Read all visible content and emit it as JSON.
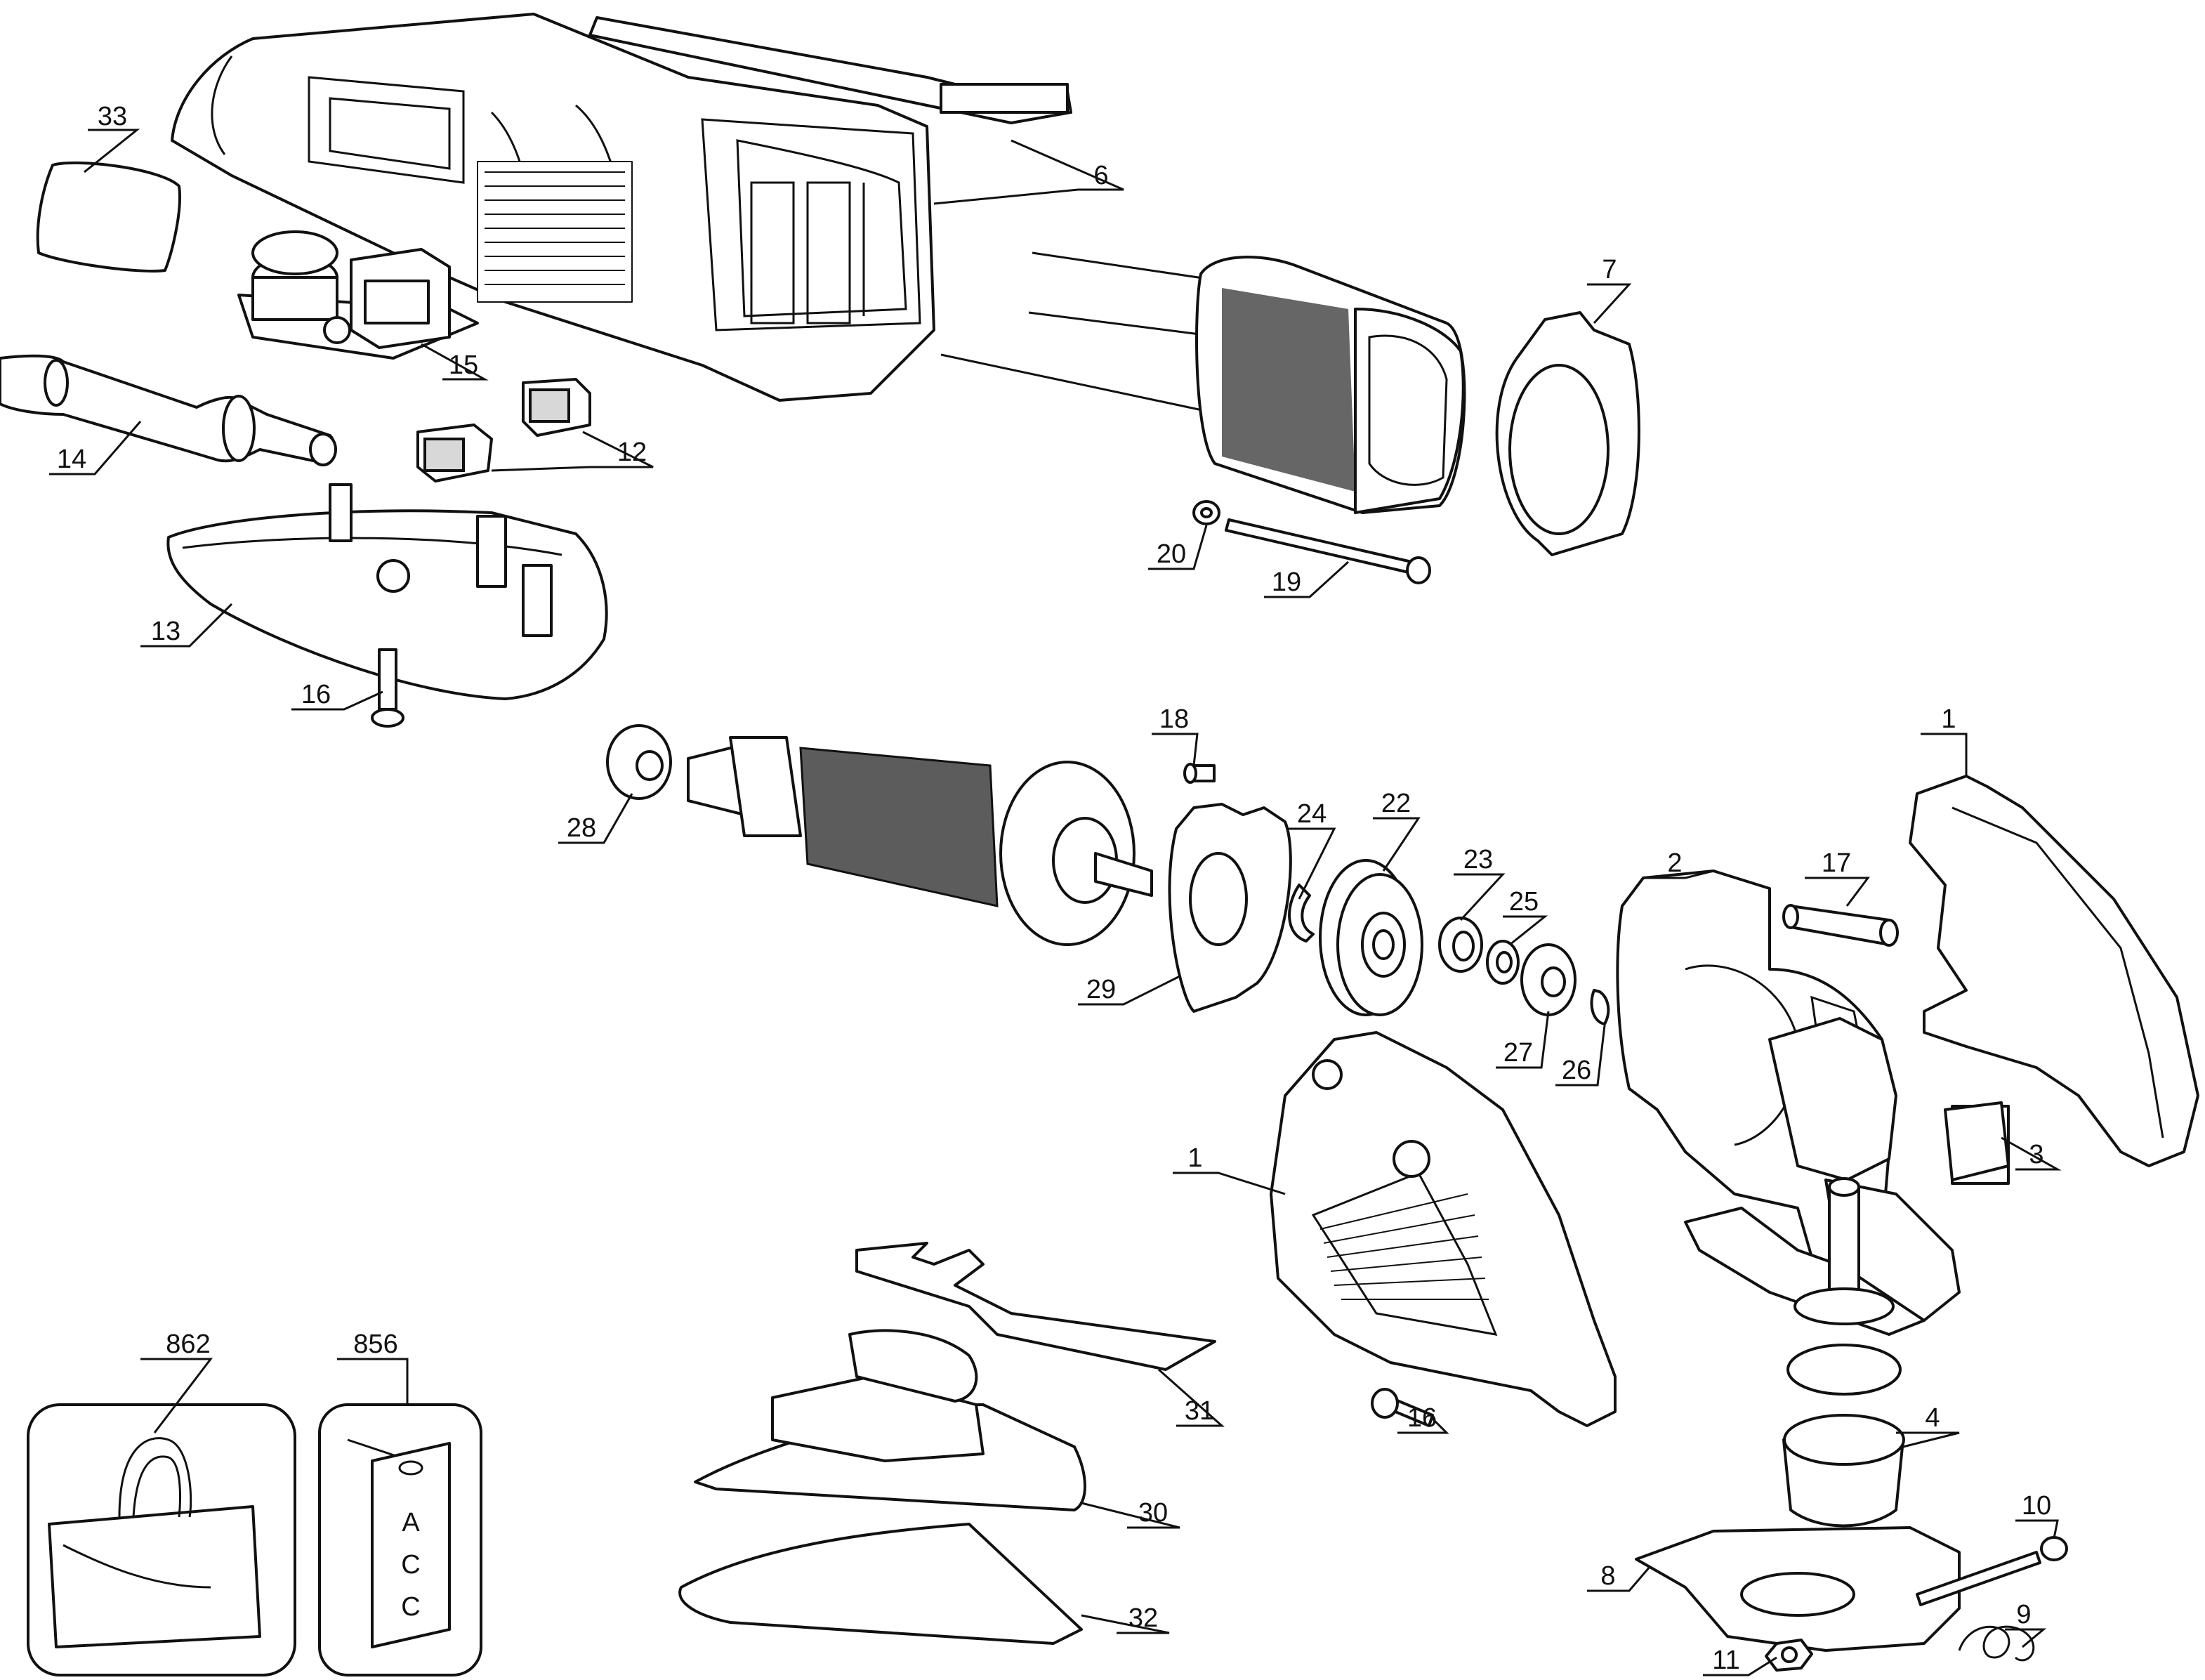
{
  "diagram": {
    "callouts": [
      {
        "id": "c33",
        "text": "33"
      },
      {
        "id": "c6",
        "text": "6"
      },
      {
        "id": "c7",
        "text": "7"
      },
      {
        "id": "c15",
        "text": "15"
      },
      {
        "id": "c14",
        "text": "14"
      },
      {
        "id": "c12",
        "text": "12"
      },
      {
        "id": "c13",
        "text": "13"
      },
      {
        "id": "c16a",
        "text": "16"
      },
      {
        "id": "c20",
        "text": "20"
      },
      {
        "id": "c19",
        "text": "19"
      },
      {
        "id": "c18",
        "text": "18"
      },
      {
        "id": "c28",
        "text": "28"
      },
      {
        "id": "c24",
        "text": "24"
      },
      {
        "id": "c22",
        "text": "22"
      },
      {
        "id": "c29",
        "text": "29"
      },
      {
        "id": "c23",
        "text": "23"
      },
      {
        "id": "c25",
        "text": "25"
      },
      {
        "id": "c27",
        "text": "27"
      },
      {
        "id": "c26",
        "text": "26"
      },
      {
        "id": "c2",
        "text": "2"
      },
      {
        "id": "c17",
        "text": "17"
      },
      {
        "id": "c1a",
        "text": "1"
      },
      {
        "id": "c1b",
        "text": "1"
      },
      {
        "id": "c3",
        "text": "3"
      },
      {
        "id": "c862",
        "text": "862"
      },
      {
        "id": "c856",
        "text": "856"
      },
      {
        "id": "c31",
        "text": "31"
      },
      {
        "id": "c16b",
        "text": "16"
      },
      {
        "id": "c4",
        "text": "4"
      },
      {
        "id": "c30",
        "text": "30"
      },
      {
        "id": "c10",
        "text": "10"
      },
      {
        "id": "c8",
        "text": "8"
      },
      {
        "id": "c9",
        "text": "9"
      },
      {
        "id": "c32",
        "text": "32"
      },
      {
        "id": "c11",
        "text": "11"
      }
    ],
    "acc_letters": [
      "A",
      "C",
      "C"
    ]
  }
}
